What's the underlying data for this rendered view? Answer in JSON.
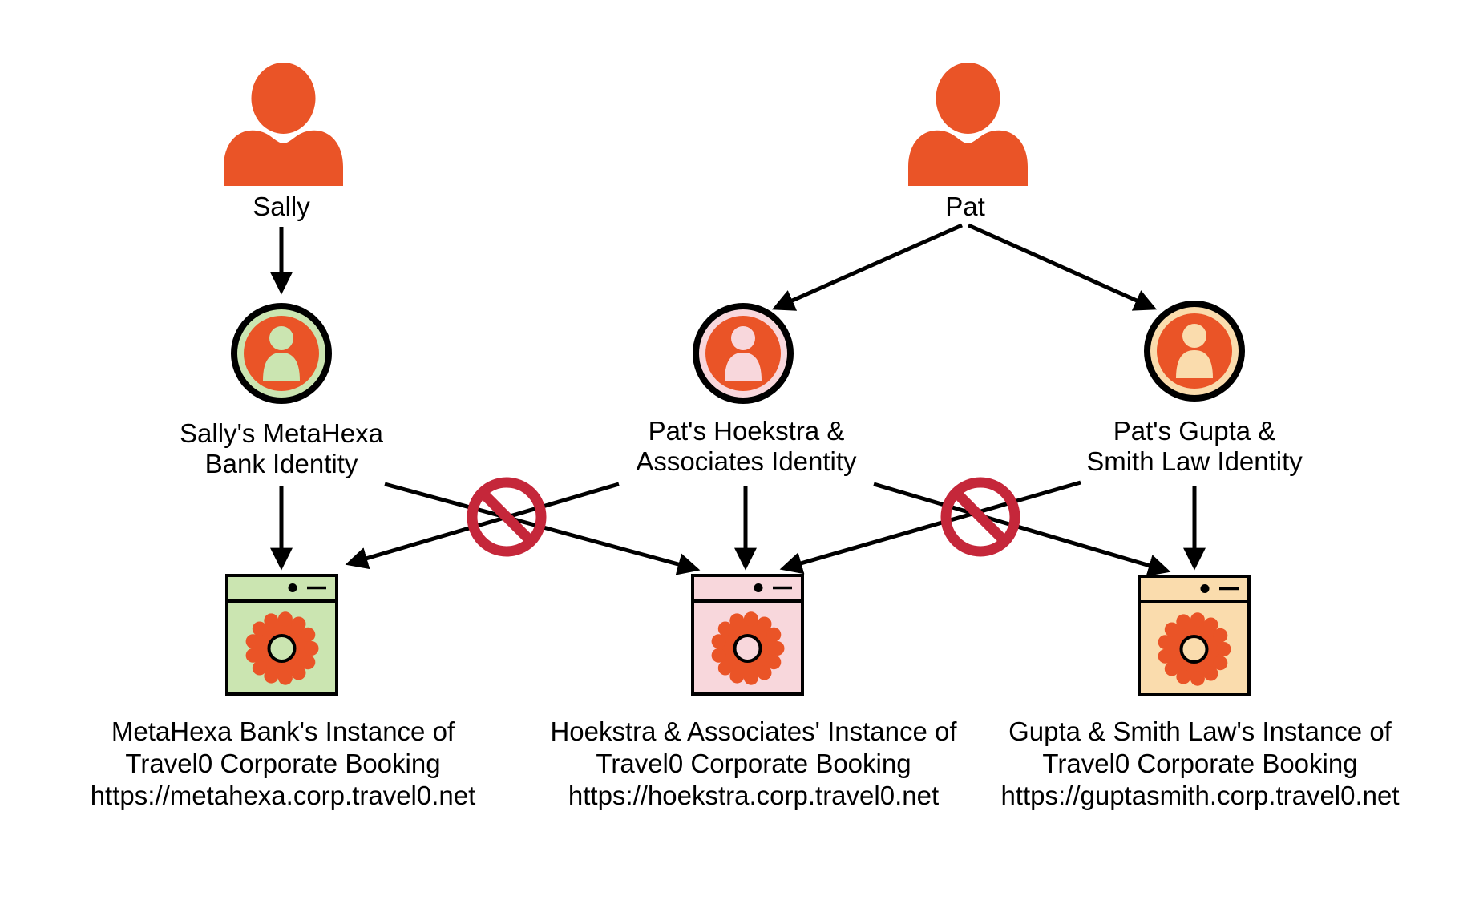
{
  "title": "Travel0 multi-tenant identity diagram",
  "colors": {
    "orange": "#EA5427",
    "light_green": "#CBE5B1",
    "pink": "#F8D7DC",
    "peach": "#FADCAD",
    "prohibit_red": "#C5273A",
    "line_black": "#000000"
  },
  "icons": {
    "person": "person-silhouette-icon",
    "identity_badge": "person-in-circle-icon",
    "app_window": "window-with-gear-icon",
    "prohibited": "no-entry-prohibition-icon",
    "arrow": "black-arrow-connector"
  },
  "people": [
    {
      "id": "sally",
      "label": "Sally"
    },
    {
      "id": "pat",
      "label": "Pat"
    }
  ],
  "identities": [
    {
      "id": "sally-metahexa",
      "label": [
        "Sally's MetaHexa",
        "Bank Identity"
      ],
      "ring_color": "#CBE5B1"
    },
    {
      "id": "pat-hoekstra",
      "label": [
        "Pat's Hoekstra &",
        "Associates Identity"
      ],
      "ring_color": "#F8D7DC"
    },
    {
      "id": "pat-gupta",
      "label": [
        "Pat's Gupta &",
        "Smith Law Identity"
      ],
      "ring_color": "#FADCAD"
    }
  ],
  "instances": [
    {
      "id": "metahexa",
      "label": [
        "MetaHexa Bank's Instance of",
        "Travel0 Corporate Booking",
        "https://metahexa.corp.travel0.net"
      ],
      "color": "#CBE5B1"
    },
    {
      "id": "hoekstra",
      "label": [
        "Hoekstra & Associates' Instance of",
        "Travel0 Corporate Booking",
        "https://hoekstra.corp.travel0.net"
      ],
      "color": "#F8D7DC"
    },
    {
      "id": "guptasmith",
      "label": [
        "Gupta & Smith Law's Instance of",
        "Travel0 Corporate Booking",
        "https://guptasmith.corp.travel0.net"
      ],
      "color": "#FADCAD"
    }
  ]
}
